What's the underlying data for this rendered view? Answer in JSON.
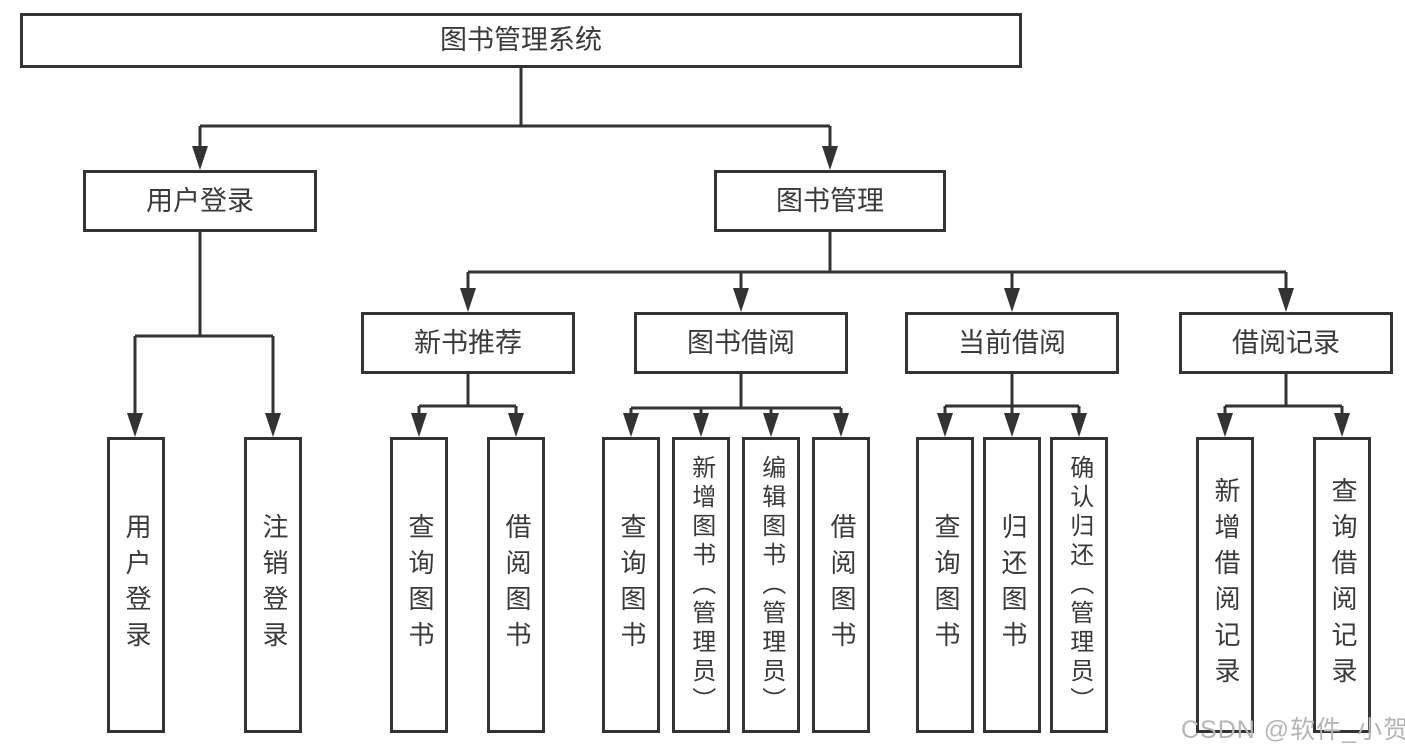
{
  "diagram": {
    "root": {
      "label": "图书管理系统"
    },
    "level2": {
      "user_login": {
        "label": "用户登录"
      },
      "book_management": {
        "label": "图书管理"
      }
    },
    "level3": {
      "new_book_recommend": {
        "label": "新书推荐"
      },
      "book_borrow": {
        "label": "图书借阅"
      },
      "current_borrow": {
        "label": "当前借阅"
      },
      "borrow_records": {
        "label": "借阅记录"
      }
    },
    "leaves": {
      "user_login": [
        "用户登录",
        "注销登录"
      ],
      "new_book_recommend": [
        "查询图书",
        "借阅图书"
      ],
      "book_borrow": [
        "查询图书",
        "新增图书（管理员）",
        "编辑图书（管理员）",
        "借阅图书"
      ],
      "current_borrow": [
        "查询图书",
        "归还图书",
        "确认归还（管理员）"
      ],
      "borrow_records": [
        "新增借阅记录",
        "查询借阅记录"
      ]
    }
  },
  "watermark": {
    "text": "CSDN @软件_小贺同学",
    "color": "#b6b6b6"
  },
  "colors": {
    "background": "#ffffff",
    "box_border": "#333333",
    "connector_line": "#333333",
    "text": "#3a3a3a"
  }
}
